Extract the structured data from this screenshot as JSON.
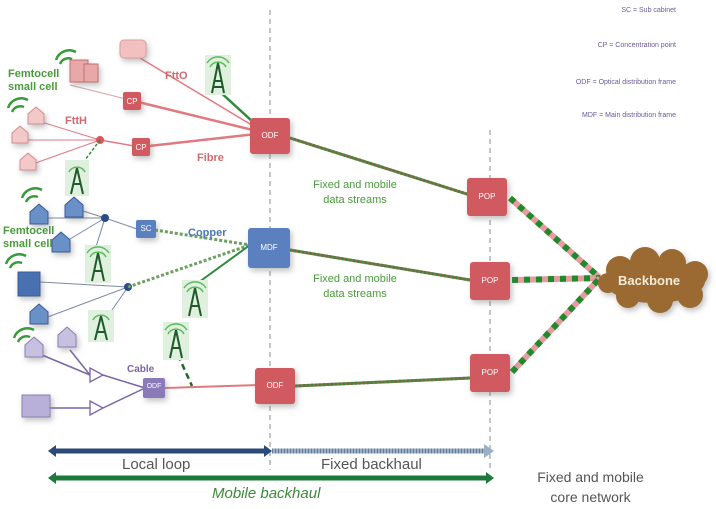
{
  "legend": {
    "sc": "SC = Sub cabinet",
    "cp": "CP = Concentration point",
    "odf": "ODF = Optical distribution frame",
    "mdf": "MDF = Main distribution frame"
  },
  "labels": {
    "femtocell_top": [
      "Femtocell",
      "small cell"
    ],
    "femtocell_mid": [
      "Femtocell",
      "small cell"
    ],
    "fttO": "FttO",
    "fttH": "FttH",
    "fibre": "Fibre",
    "copper": "Copper",
    "cable": "Cable",
    "stream_top": [
      "Fixed and mobile",
      "data streams"
    ],
    "stream_mid": [
      "Fixed and mobile",
      "data streams"
    ],
    "backbone": "Backbone"
  },
  "nodes": {
    "cp_top": "CP",
    "cp_bottom": "CP",
    "sc": "SC",
    "odf_top": "ODF",
    "mdf": "MDF",
    "odf_cable": "ODF",
    "odf_bottom": "ODF",
    "pop_top": "POP",
    "pop_mid": "POP",
    "pop_bottom": "POP"
  },
  "segments": {
    "local_loop": "Local loop",
    "fixed_backhaul": "Fixed backhaul",
    "mobile_backhaul": "Mobile backhaul",
    "core_network": [
      "Fixed and mobile",
      "core network"
    ]
  },
  "colors": {
    "fibre": "#e07a80",
    "copper": "#4a78b8",
    "cable": "#7a64a8",
    "mobile": "#2e8b3a",
    "backbone": "#9a6a30",
    "local_loop_arrow": "#2a4a7a",
    "fixed_backhaul_arrow": "#9ab0c8",
    "mobile_arrow": "#1e7a3a"
  }
}
